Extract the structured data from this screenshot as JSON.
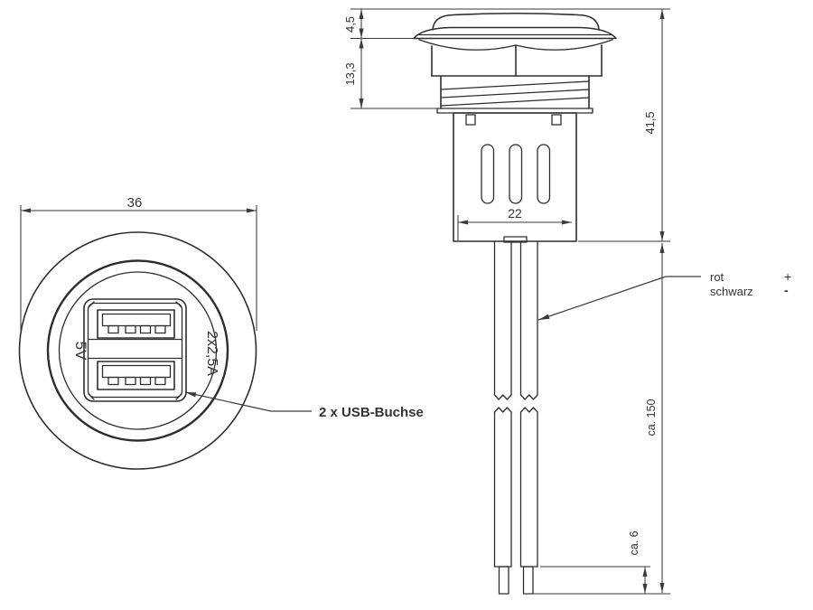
{
  "front_view": {
    "diameter_dim": "36",
    "voltage_label": "5V",
    "current_label": "2x2,5A",
    "usb_callout": "2 x USB-Buchse"
  },
  "side_view": {
    "cap_lip_dim": "4,5",
    "head_height_dim": "13,3",
    "body_width_dim": "22",
    "total_height_dim": "41,5",
    "cable_length_dim": "ca. 150",
    "strip_length_dim": "ca. 6",
    "wires": {
      "positive_color": "rot",
      "positive_sign": "+",
      "negative_color": "schwarz",
      "negative_sign": "-"
    }
  },
  "colors": {
    "line": "#2e2e2e",
    "dimension": "#3a3a3a",
    "background": "#ffffff"
  }
}
